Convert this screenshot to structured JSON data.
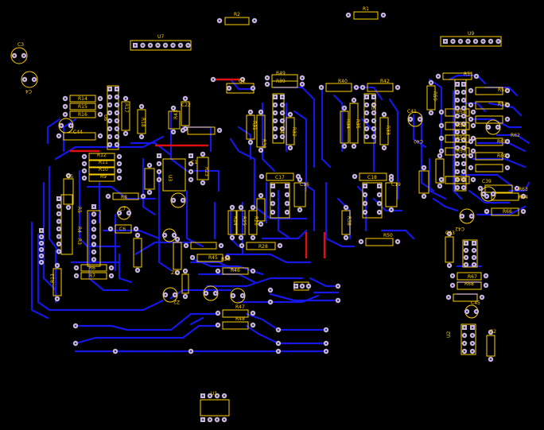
{
  "colors": {
    "background": "#000000",
    "trace": "#1616e6",
    "jumper": "#e01010",
    "silkscreen": "#ffd000",
    "pad": "#c8b8e0",
    "pad_hole": "#4a3a5a"
  },
  "components": {
    "R1": "R1",
    "R2": "R2",
    "U7": "U7",
    "U9": "U9",
    "C3": "C3",
    "C4_lbl": "C4",
    "R14": "R14",
    "R15": "R15",
    "R16": "R16",
    "U6": "U6",
    "R17": "R17",
    "R18": "R18",
    "R43": "R43",
    "C22": "C22",
    "C44": "C44",
    "R44": "R44",
    "R12": "R12",
    "R11": "R11",
    "R10": "R10",
    "R9": "R9",
    "C5": "C5",
    "R8": "R8",
    "R5": "R5",
    "R4": "R4",
    "R3": "R3",
    "R13": "R13",
    "R6": "R6",
    "R7": "R7",
    "C6": "C6",
    "C7": "C7",
    "U3": "U3",
    "C1": "C1",
    "R23": "R23",
    "Z1": "Z1",
    "Z2": "Z2",
    "R45": "R45",
    "R46": "R46",
    "R47": "R47",
    "R48": "R48",
    "Q1": "Q1",
    "R49": "R49",
    "R39": "R39",
    "R40": "R40",
    "R42": "R42",
    "R30": "R30",
    "R31": "R31",
    "R32": "R32",
    "R33": "R33",
    "R34": "R34",
    "R35": "R35",
    "R36": "R36",
    "R37": "R37",
    "R38": "R38",
    "C16": "C16",
    "C17": "C17",
    "C18": "C18",
    "C19": "C19",
    "R24": "R24",
    "R25": "R25",
    "R26": "R26",
    "R27": "R27",
    "R28": "R28",
    "R29": "R29",
    "R41": "R41",
    "R50": "R50",
    "U4": "U4",
    "U5": "U5",
    "R51": "R51",
    "R52": "R52",
    "R53": "R53",
    "R54": "R54",
    "R55": "R55",
    "R56": "R56",
    "R57": "R57",
    "R58": "R58",
    "R59": "R59",
    "R60": "R60",
    "R61": "R61",
    "R62": "R62",
    "R63": "R63",
    "R64": "R64",
    "R65": "R65",
    "R66": "R66",
    "R67": "R67",
    "R68": "R68",
    "C39": "C39",
    "C40": "C40",
    "C41": "C41",
    "C42": "C42",
    "C43": "C43",
    "C45": "C45",
    "C2": "C2",
    "U1": "U1",
    "U2": "U2",
    "U8": "U8",
    "C8": "C8",
    "C9": "C9",
    "C10": "C10",
    "R19": "R19",
    "R20": "R20",
    "R21": "R21",
    "R22": "R22"
  }
}
